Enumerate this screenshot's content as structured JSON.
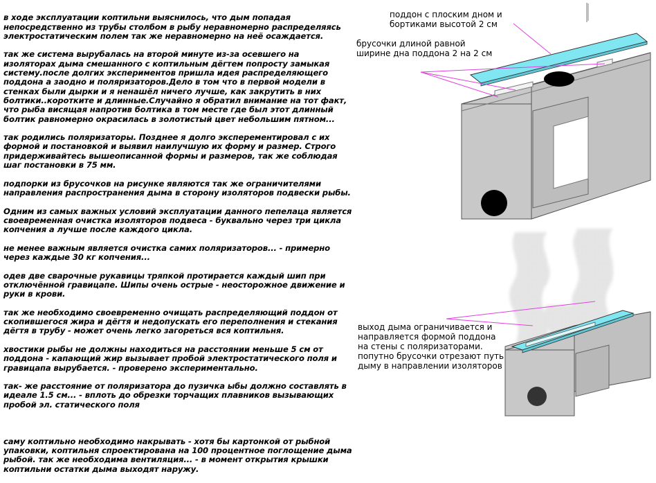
{
  "text_paragraphs": [
    "в ходе эксплуатации коптильни выяснилось, что дым попадая непосредственно из трубы столбом в рыбу неравномерно распределяясь электростатическим полем так же неравномерно на неё осаждается.",
    "так же система вырубалась на второй минуте из-за осевшего на изоляторах дыма смешанного с коптильным дёгтем попросту замыкая систему.после долгих экспериментов пришла идея распределяющего поддона а заодно и поляризаторов.Дело в том что в первой модели в стенках были дырки  и я ненашёл ничего лучше, как закрутить в них болтики..коротките и длинные.Случайно я обратил внимание на тот факт, что рыба висящая напротив болтика в том месте где был этот длинный болтик равномерно окрасилась в золотистый цвет небольшим пятном...",
    "так родились поляризаторы. Позднее я долго эксперементировал с их формой и постановкой и выявил наилучшую их форму и размер. Строго придерживайтесь вышеописанной формы и размеров, так же соблюдая шаг постановки в 75 мм.",
    "подпорки из брусочков на рисунке являются так же ограничителями направления распространения дыма в сторону изоляторов подвески рыбы.",
    "Одним из самых важных условий эксплуатации данного пепелаца является своевременная очистка изоляторов подвеса - буквально через три цикла копчения а лучше после каждого цикла.",
    "не менее важным является очистка самих поляризаторов... - примерно через каждые 30 кг копчения...",
    "одев две сварочные рукавицы тряпкой протирается каждый шип при отключённой гравицапе. Шипы очень острые - неосторожное движение и руки в крови.",
    "так же необходимо своевременно очищать распределяющий поддон от скопившегося жира и дёгтя и недопускать его переполнения и стекания дёгтя в трубу - может очень легко загореться вся коптильня.",
    "хвостики рыбы не должны находиться на расстоянии меньше 5 см от поддона - капающий жир вызывает пробой электростатического поля и гравицапа вырубается. - проверено экспериментально.",
    "так- же  расстояние от поляризатора до пузичка ыбы должно составлять в идеале 1.5 см... - вплоть до обрезки торчащих плавников вызывающих пробой эл. статического поля"
  ],
  "text_final": "саму коптильно необходимо накрывать - хотя бы картонкой от рыбной упаковки, коптильня спроектирована на 100 процентное поглощение дыма рыбой. так же необходима вентиляция... - в момент открытия крышки коптильни остатки дыма выходят наружу.",
  "labels": {
    "tray": "поддон с плоским дном и бортиками высотой 2 см",
    "bars": "брусочки длиной равной ширине дна поддона 2 на 2 см",
    "exit": "выход дыма ограничивается и направляется формой поддона на стены с поляризаторами.\nпопутно брусочки отрезают путь дыму в направлении изоляторов"
  },
  "colors": {
    "box_fill": "#c8c8c8",
    "box_stroke": "#555555",
    "tray_fill": "#7fe6f2",
    "pointer_lines": "#e040e0",
    "smoke": "#b0b0b0"
  }
}
